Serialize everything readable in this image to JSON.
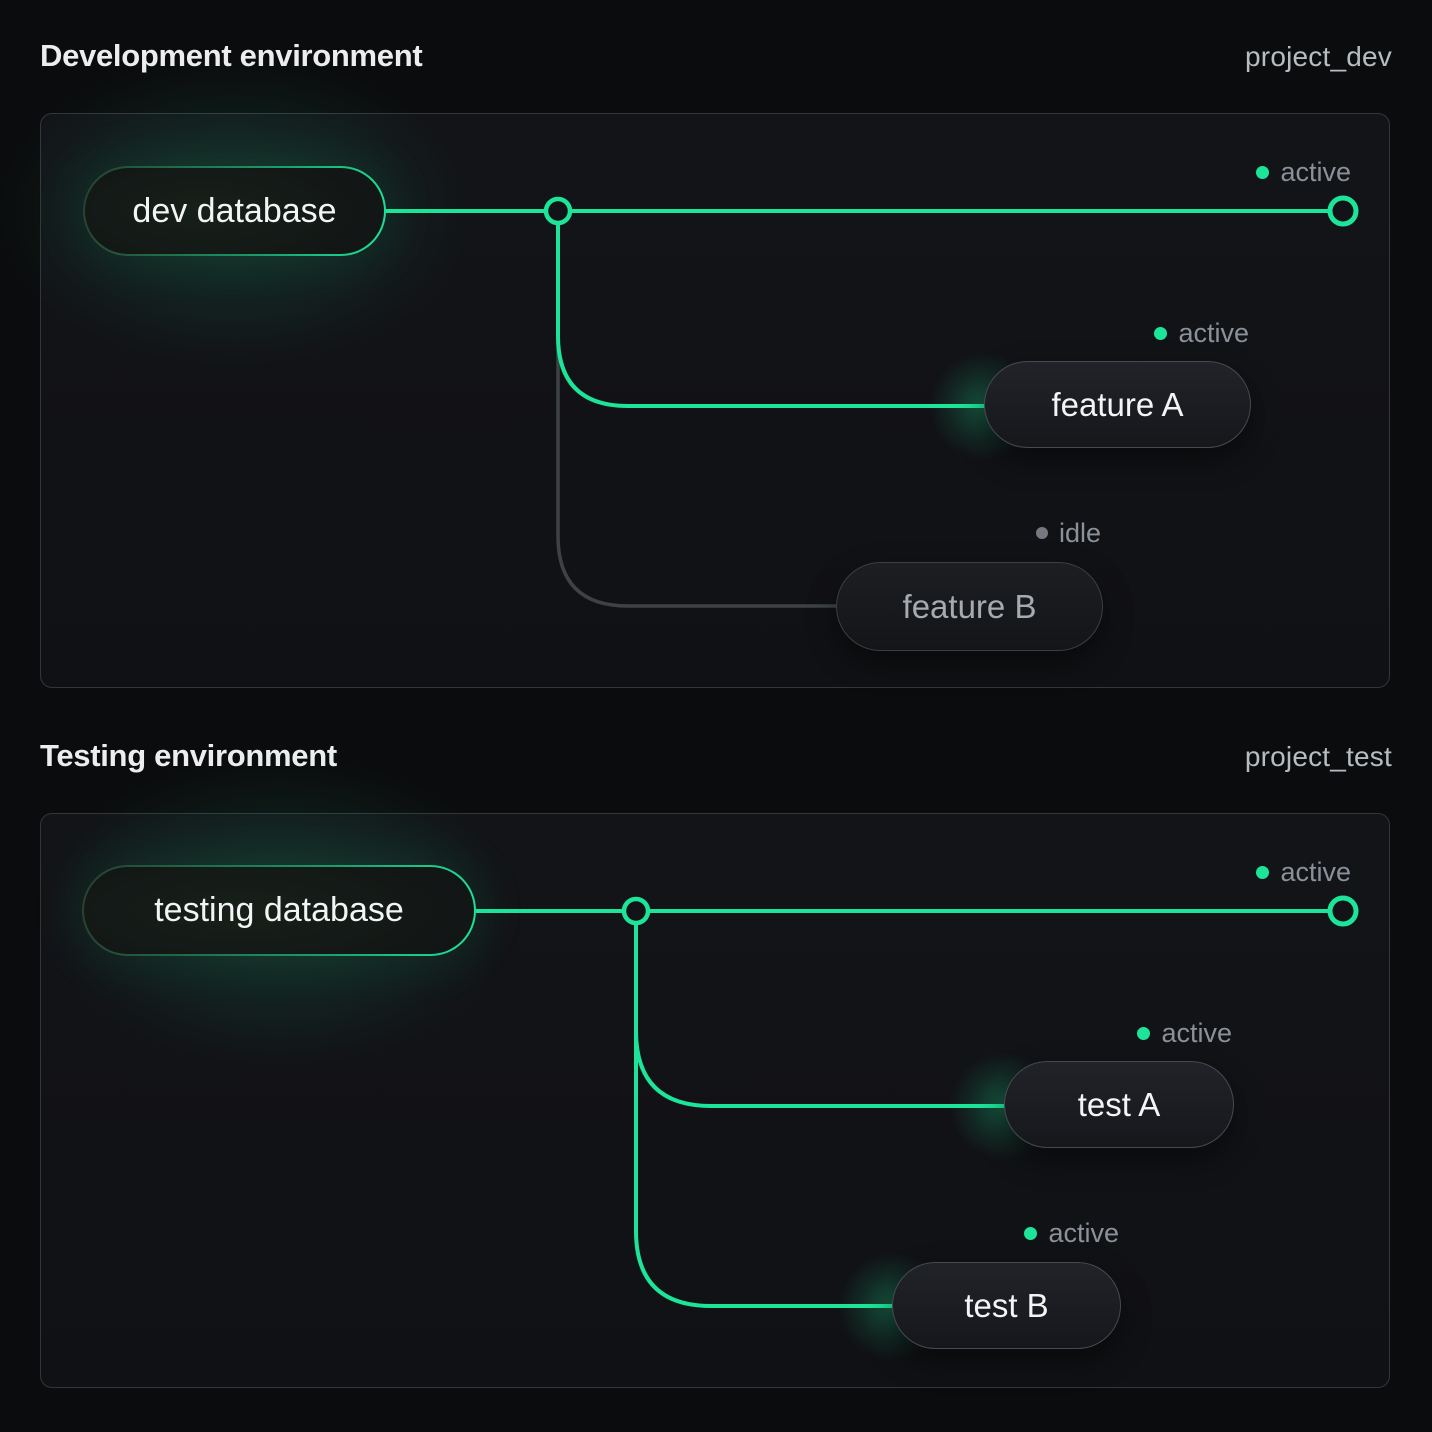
{
  "colors": {
    "accent_green": "#1CE59A",
    "idle_gray_line": "#3f4245",
    "panel_border": "#33363b",
    "status_text": "#8b9199"
  },
  "sections": [
    {
      "title": "Development environment",
      "project": "project_dev",
      "root": {
        "label": "dev database"
      },
      "main_status": "active",
      "branches": [
        {
          "label": "feature A",
          "status": "active"
        },
        {
          "label": "feature B",
          "status": "idle"
        }
      ]
    },
    {
      "title": "Testing environment",
      "project": "project_test",
      "root": {
        "label": "testing database"
      },
      "main_status": "active",
      "branches": [
        {
          "label": "test A",
          "status": "active"
        },
        {
          "label": "test B",
          "status": "active"
        }
      ]
    }
  ]
}
